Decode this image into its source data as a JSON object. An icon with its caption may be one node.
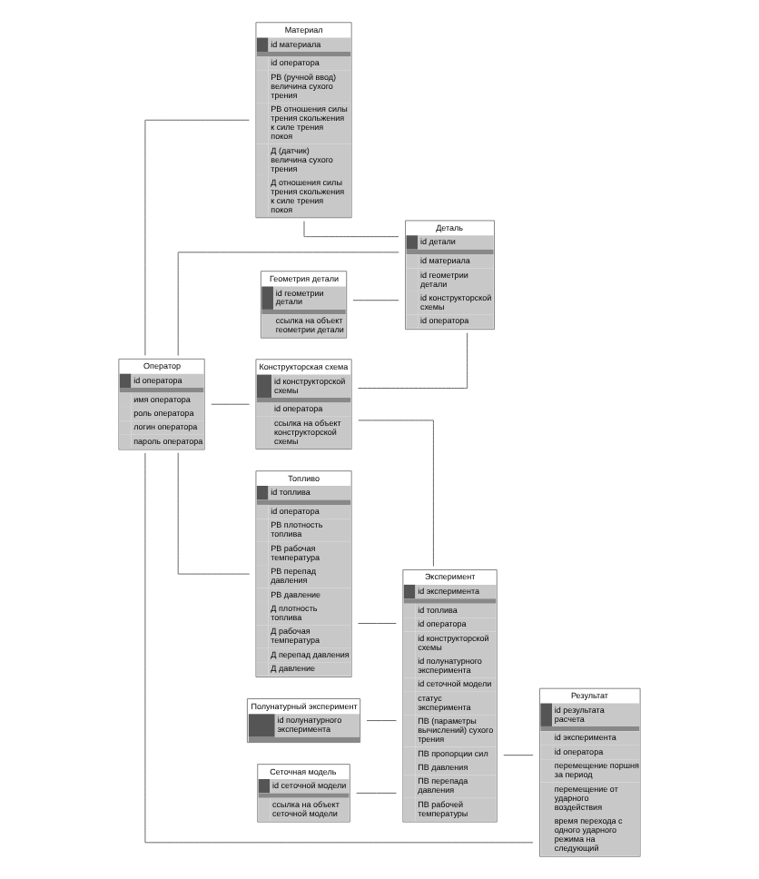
{
  "diagram": {
    "nodes": [
      {
        "text": [
          "Материал",
          "id материала",
          "id оператора",
          "РВ (ручной ввод) величина сухого трения",
          "РВ отношения силы трения скольжения к силе трения покоя",
          "Д (датчик) величина сухого трения",
          "Д отношения силы трения скольжения к силе трения покоя"
        ]
      },
      {
        "text": [
          "Оператор",
          "id оператора",
          "имя оператора",
          "роль оператора",
          "логин оператора",
          "пароль оператора"
        ]
      },
      {
        "text": [
          "Топливо",
          "id топлива",
          "id оператора",
          "РВ плотность топлива",
          "РВ рабочая температура",
          "РВ перепад давления",
          "РВ давление",
          "Д плотность топлива",
          "Д рабочая температура",
          "Д перепад давления",
          "Д давление"
        ]
      },
      {
        "text": [
          "Деталь",
          "id детали",
          "id материала",
          "id геометрии детали",
          "id конструкторской схемы",
          "id оператора"
        ]
      },
      {
        "text": [
          "Конструкторская схема",
          "id конструкторской схемы",
          "id оператора",
          "ссылка на объект конструкторской схемы"
        ]
      },
      {
        "text": [
          "Эксперимент",
          "id эксперимента",
          "id топлива",
          "id оператора",
          "id конструкторской схемы",
          "id полунатурного эксперимента",
          "id сеточной модели",
          "статус эксперимента",
          "ПВ (параметры вычислений) сухого трения",
          "ПВ пропорции сил",
          "ПВ давления",
          "ПВ перепада давления",
          "ПВ рабочей температуры"
        ]
      },
      {
        "text": [
          "Результат",
          "id результата расчета",
          "id эксперимента",
          "id оператора",
          "перемещение поршня за период",
          "перемещение от ударного воздействия",
          "время перехода с одного ударного режима на следующий"
        ]
      },
      {
        "text": [
          "Полунатурный эксперимент",
          "id полунатурного эксперимента"
        ]
      },
      {
        "text": [
          "Геометрия детали",
          "id геометрии детали",
          "ссылка на объект геометрии детали"
        ]
      },
      {
        "text": [
          "Сеточная модель",
          "id сеточной модели",
          "ссылка на объект сеточной модели"
        ]
      }
    ],
    "edges": [
      {
        "from": 0,
        "to": 3,
        "arrow": "none"
      },
      {
        "from": 1,
        "to": 0,
        "arrow": "none"
      },
      {
        "from": 1,
        "to": 3,
        "arrow": "none"
      },
      {
        "from": 1,
        "to": 4,
        "arrow": "none"
      },
      {
        "from": 1,
        "to": 2,
        "arrow": "none"
      },
      {
        "from": 1,
        "to": 6,
        "arrow": "none"
      },
      {
        "from": 2,
        "to": 5,
        "arrow": "none"
      },
      {
        "from": 5,
        "to": 6,
        "arrow": "none"
      },
      {
        "from": 8,
        "to": 3,
        "arrow": "none"
      },
      {
        "from": 4,
        "to": 3,
        "arrow": "none"
      },
      {
        "from": 4,
        "to": 5,
        "arrow": "none"
      },
      {
        "from": 7,
        "to": 5,
        "arrow": "none"
      },
      {
        "from": 9,
        "to": 5,
        "arrow": "none"
      }
    ]
  }
}
